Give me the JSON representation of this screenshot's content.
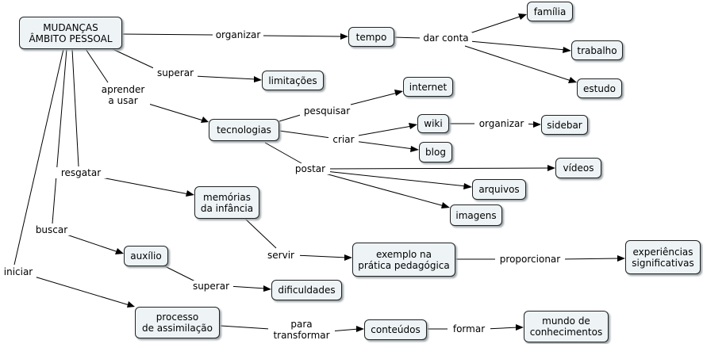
{
  "nodes": {
    "mudancas": "MUDANÇAS\nÂMBITO PESSOAL",
    "tempo": "tempo",
    "familia": "família",
    "trabalho": "trabalho",
    "estudo": "estudo",
    "limitacoes": "limitações",
    "tecnologias": "tecnologias",
    "internet": "internet",
    "wiki": "wiki",
    "sidebar": "sidebar",
    "blog": "blog",
    "videos": "vídeos",
    "arquivos": "arquivos",
    "imagens": "imagens",
    "memorias": "memórias\nda infância",
    "exemplo": "exemplo na\nprática pedagógica",
    "experiencias": "experiências\nsignificativas",
    "auxilio": "auxílio",
    "dificuldades": "dificuldades",
    "processo": "processo\nde assimilação",
    "conteudos": "conteúdos",
    "mundo": "mundo de\nconhecimentos"
  },
  "links": {
    "organizar1": "organizar",
    "dar_conta": "dar conta",
    "superar1": "superar",
    "aprender": "aprender\na usar",
    "pesquisar": "pesquisar",
    "criar": "criar",
    "organizar2": "organizar",
    "postar": "postar",
    "resgatar": "resgatar",
    "servir": "servir",
    "proporcionar": "proporcionar",
    "buscar": "buscar",
    "superar2": "superar",
    "iniciar": "iniciar",
    "para_transformar": "para\ntransformar",
    "formar": "formar"
  }
}
